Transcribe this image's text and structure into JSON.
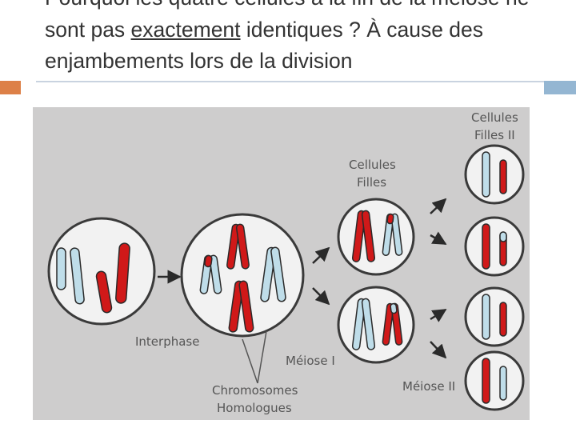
{
  "slide": {
    "title_part1": "Pourquoi les quatre cellules à la fin de la méiose ne sont pas ",
    "title_underlined": "exactement",
    "title_part2": " identiques ? À cause des enjambements lors de la division"
  },
  "diagram": {
    "labels": {
      "interphase": "Interphase",
      "meiose1": "Méiose I",
      "meiose2": "Méiose II",
      "cellules_filles_1": "Cellules",
      "cellules_filles_2": "Filles",
      "cellules_filles_ii_1": "Cellules",
      "cellules_filles_ii_2": "Filles II",
      "chromosomes_1": "Chromosomes",
      "chromosomes_2": "Homologues"
    },
    "colors": {
      "background": "#cecdcd",
      "cell_fill": "#f2f2f2",
      "cell_stroke": "#3a3a3a",
      "chromosome_red": "#d01919",
      "chromosome_blue": "#bfdde9",
      "chromosome_outline": "#2a2a2a"
    }
  }
}
